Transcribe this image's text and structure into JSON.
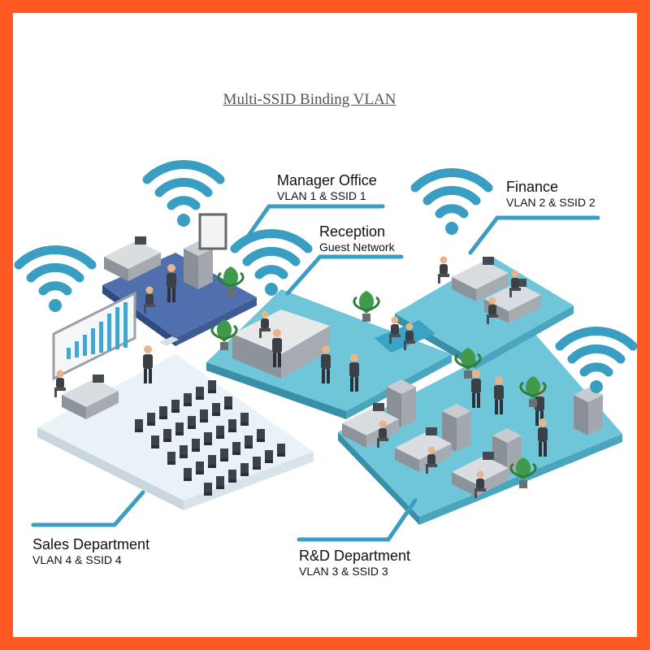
{
  "title": "Multi-SSID Binding VLAN",
  "zones": {
    "manager": {
      "name": "Manager Office",
      "sub": "VLAN 1 & SSID 1"
    },
    "reception": {
      "name": "Reception",
      "sub": "Guest Network"
    },
    "finance": {
      "name": "Finance",
      "sub": "VLAN 2 & SSID 2"
    },
    "sales": {
      "name": "Sales Department",
      "sub": "VLAN 4 & SSID 4"
    },
    "rd": {
      "name": "R&D Department",
      "sub": "VLAN 3 & SSID 3"
    }
  },
  "icons": [
    "wifi-icon",
    "office-desk-icon",
    "person-icon",
    "plant-icon",
    "presentation-board-icon"
  ],
  "colors": {
    "frame": "#ff5a24",
    "wifi": "#3a9ec2",
    "callout_line": "#3a9ec2",
    "manager_floor": "#4f6fae",
    "blue_floor": "#6fc6d8",
    "sales_floor": "#e9f2f7"
  }
}
